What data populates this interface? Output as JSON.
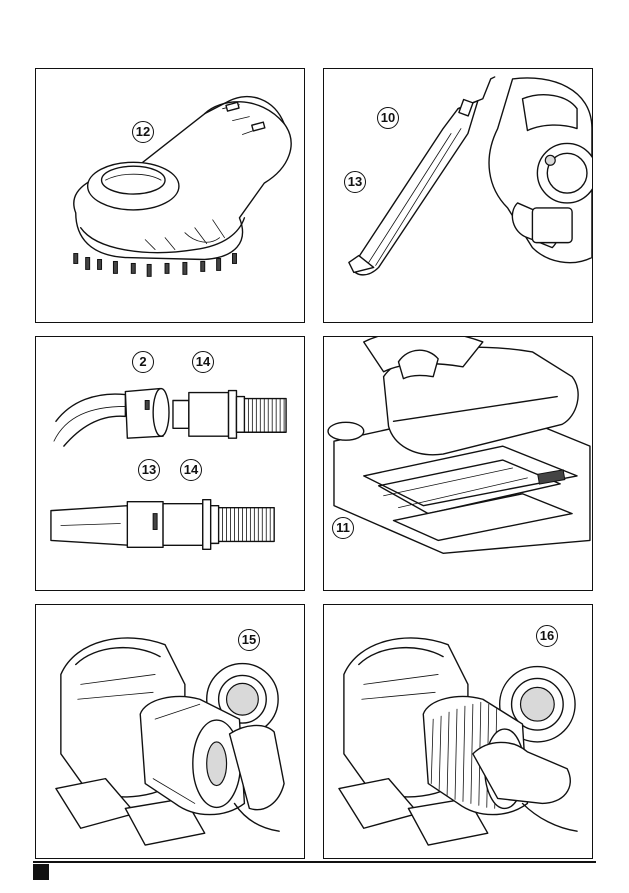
{
  "page": {
    "type": "instruction-manual-illustration-page"
  },
  "panels": [
    {
      "id": "brush-tool",
      "callouts": [
        "12"
      ]
    },
    {
      "id": "crevice-tool-on-vacuum",
      "callouts": [
        "10",
        "13"
      ]
    },
    {
      "id": "hose-adapter-connections",
      "callouts": [
        "2",
        "14",
        "13",
        "14"
      ]
    },
    {
      "id": "vacuum-on-charging-base",
      "callouts": [
        "11"
      ]
    },
    {
      "id": "filter-removal",
      "callouts": [
        "15"
      ]
    },
    {
      "id": "pleated-filter-removal",
      "callouts": [
        "16"
      ]
    }
  ]
}
